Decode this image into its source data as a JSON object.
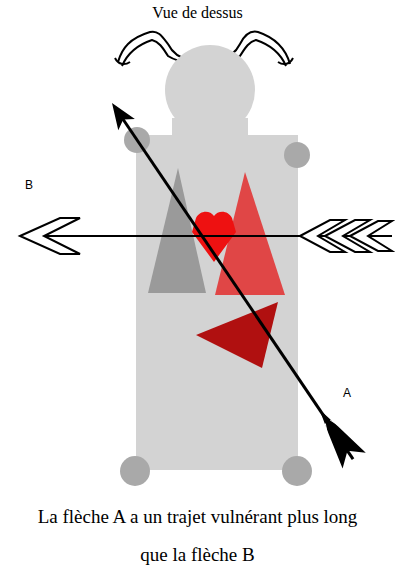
{
  "diagram": {
    "title": "Vue de dessus",
    "caption": "La flèche A a un trajet vulnérant plus long que la flèche B",
    "labels": [
      "B",
      "A"
    ]
  }
}
